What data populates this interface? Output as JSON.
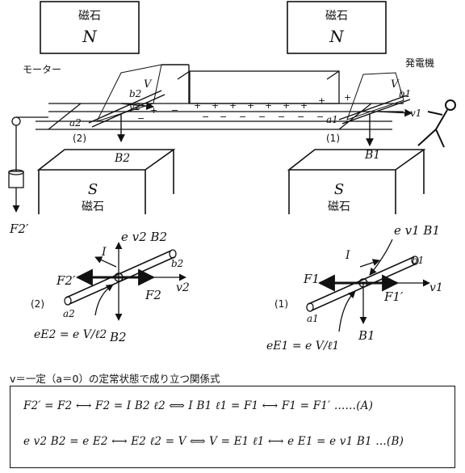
{
  "labels": {
    "magnet": "磁石",
    "north": "N",
    "south": "S",
    "motor": "モーター",
    "generator": "発電機"
  },
  "top_left": {
    "V": "V",
    "b2": "b2",
    "a2": "a2",
    "v2": "v2",
    "num": "(2)",
    "B2": "B2",
    "F2p": "F2′"
  },
  "top_right": {
    "V": "V",
    "b1": "b1",
    "a1": "a1",
    "v1": "v1",
    "num": "(1)",
    "B1": "B1"
  },
  "detail_left": {
    "top_force": "e v2 B2",
    "I": "I",
    "b2": "b2",
    "F2p": "F2′",
    "F2": "F2",
    "v2": "v2",
    "num": "(2)",
    "a2": "a2",
    "eE2": "eE2 = e V/ℓ2",
    "B2": "B2"
  },
  "detail_right": {
    "top_force": "e v1 B1",
    "I": "I",
    "b1": "b1",
    "F1": "F1",
    "F1p": "F1′",
    "v1": "v1",
    "num": "(1)",
    "a1": "a1",
    "eE1": "eE1 = e V/ℓ1",
    "B1": "B1"
  },
  "caption": "v＝一定（a＝0）の定常状態で成り立つ関係式",
  "equations": {
    "A": "F2′ = F2 ⟷ F2 = I B2 ℓ2 ⟺ I B1 ℓ1 = F1 ⟷ F1 = F1′ ……(A)",
    "B": "e v2 B2 = e E2 ⟷ E2 ℓ2 = V ⟺ V = E1 ℓ1 ⟷ e E1 = e v1 B1 …(B)"
  }
}
